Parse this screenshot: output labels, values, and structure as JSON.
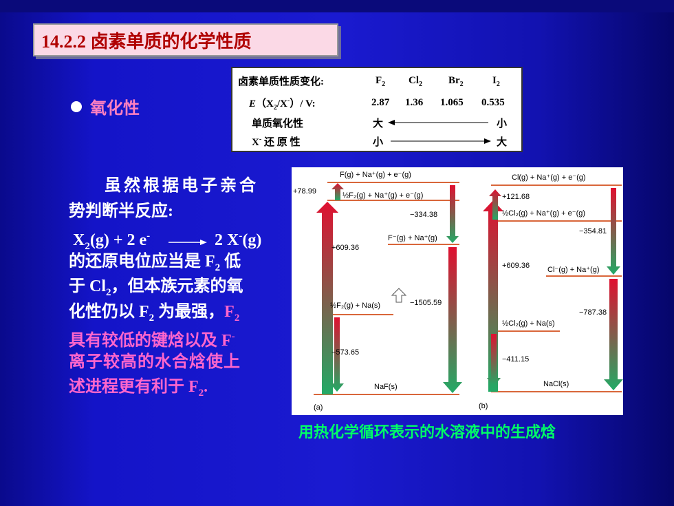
{
  "title": "14.2.2 卤素单质的化学性质",
  "bullet": "氧化性",
  "table": {
    "header_label": "卤素单质性质变化:",
    "elements": [
      {
        "sym": "F",
        "sub": "2"
      },
      {
        "sym": "Cl",
        "sub": "2"
      },
      {
        "sym": "Br",
        "sub": "2"
      },
      {
        "sym": "I",
        "sub": "2"
      }
    ],
    "row_e_label_prefix": "E",
    "row_e_label_paren_open": "（X",
    "row_e_label_sub": "2",
    "row_e_label_mid": "/X",
    "row_e_label_sup": "-",
    "row_e_label_tail": "）/ V:",
    "values": [
      "2.87",
      "1.36",
      "1.065",
      "0.535"
    ],
    "row_ox_label": "单质氧化性",
    "row_ox_left": "大",
    "row_ox_right": "小",
    "row_red_label_x": "X",
    "row_red_label_sup": "-",
    "row_red_label_rest": " 还 原 性",
    "row_red_left": "小",
    "row_red_right": "大"
  },
  "paragraph": {
    "l1": "虽然根据电子亲合",
    "l2": "势判断半反应:",
    "eq_x": "X",
    "eq_sub": "2",
    "eq_g": "(g) + 2 e",
    "eq_sup": "-",
    "eq_rhs": "2 X",
    "eq_rhs_sup": "-",
    "eq_rhs_g": "(g)",
    "l4_a": "的还原电位应当是 F",
    "l4_sub": "2",
    "l4_b": " 低",
    "l5_a": "于 Cl",
    "l5_sub": "2",
    "l5_b": "，但本族元素的氧",
    "l6_a": "化性仍以 F",
    "l6_sub": "2",
    "l6_b": " 为最强，",
    "l6_pink": "F",
    "l6_pink_sub": "2",
    "l7": "具有较低的键焓以及 F",
    "l7_sup": "-",
    "l8": "离子较高的水合焓使上",
    "l9": "述进程更有利于 F",
    "l9_sub": "2",
    "l9_end": "."
  },
  "diagram": {
    "a": {
      "panel_label": "(a)",
      "top_state": "F(g) + Na⁺(g) + e⁻(g)",
      "half_f2_state": "½F₂(g) + Na⁺(g) + e⁻(g)",
      "fminus_state": "F⁻(g) + Na⁺(g)",
      "half_f2_na_state": "½F₂(g) + Na(s)",
      "product": "NaF(s)",
      "v_plus78": "+78.99",
      "v_334": "−334.38",
      "v_609": "+609.36",
      "v_1505": "−1505.59",
      "v_573": "−573.65"
    },
    "b": {
      "panel_label": "(b)",
      "top_state": "Cl(g) + Na⁺(g) + e⁻(g)",
      "half_cl2_state": "½Cl₂(g) + Na⁺(g) + e⁻(g)",
      "clminus_state": "Cl⁻(g) + Na⁺(g)",
      "half_cl2_na_state": "½Cl₂(g) + Na(s)",
      "product": "NaCl(s)",
      "v_121": "+121.68",
      "v_354": "−354.81",
      "v_609": "+609.36",
      "v_787": "−787.38",
      "v_411": "−411.15"
    }
  },
  "caption": "用热化学循环表示的水溶液中的生成焓",
  "colors": {
    "title_bg": "#fbd9e6",
    "title_text": "#b00000",
    "pink": "#ff66cc",
    "caption": "#00ff66"
  }
}
